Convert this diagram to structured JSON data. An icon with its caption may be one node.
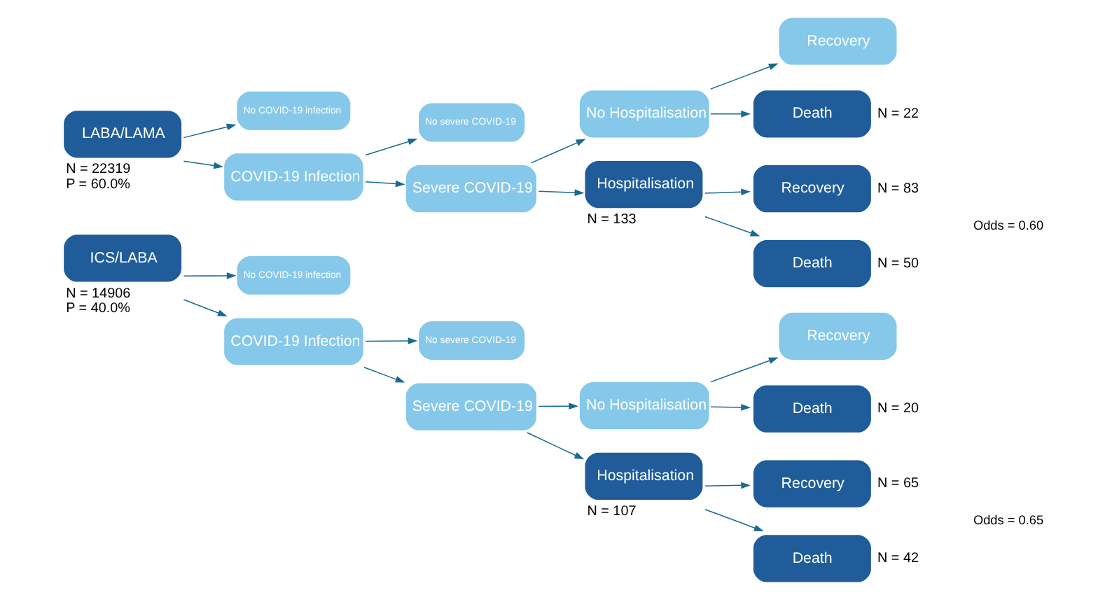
{
  "diagram": {
    "nodes": [
      {
        "text": [
          "ICS/LABA"
        ],
        "beside": [
          "N = 14906",
          "P = 40.0%"
        ]
      },
      {
        "text": [
          "No COVID-19 infection"
        ]
      },
      {
        "text": [
          "COVID-19 Infection"
        ]
      },
      {
        "text": [
          "No severe COVID-19"
        ]
      },
      {
        "text": [
          "Severe COVID-19"
        ]
      },
      {
        "text": [
          "No Hospitalisation"
        ]
      },
      {
        "text": [
          "Hospitalisation"
        ],
        "beside": [
          "N = 107"
        ]
      },
      {
        "text": [
          "Recovery"
        ]
      },
      {
        "text": [
          "Death"
        ],
        "beside": [
          "N = 20"
        ]
      },
      {
        "text": [
          "Recovery"
        ],
        "beside": [
          "N = 65"
        ]
      },
      {
        "text": [
          "Death"
        ],
        "beside": [
          "N = 42"
        ]
      },
      {
        "text": [
          "LABA/LAMA"
        ],
        "beside": [
          "N = 22319",
          "P = 60.0%"
        ]
      },
      {
        "text": [
          "No COVID-19 infection"
        ]
      },
      {
        "text": [
          "COVID-19 Infection"
        ]
      },
      {
        "text": [
          "No severe COVID-19"
        ]
      },
      {
        "text": [
          "Severe COVID-19"
        ]
      },
      {
        "text": [
          "No Hospitalisation"
        ]
      },
      {
        "text": [
          "Hospitalisation"
        ],
        "beside": [
          "N = 133"
        ]
      },
      {
        "text": [
          "Recovery"
        ]
      },
      {
        "text": [
          "Death"
        ],
        "beside": [
          "N = 22"
        ]
      },
      {
        "text": [
          "Recovery"
        ],
        "beside": [
          "N = 83"
        ]
      },
      {
        "text": [
          "Death"
        ],
        "beside": [
          "N = 50"
        ]
      }
    ],
    "edges": [
      {
        "from": 0,
        "to": 1,
        "arrow": "to"
      },
      {
        "from": 0,
        "to": 2,
        "arrow": "to"
      },
      {
        "from": 2,
        "to": 3,
        "arrow": "to"
      },
      {
        "from": 2,
        "to": 4,
        "arrow": "to"
      },
      {
        "from": 4,
        "to": 5,
        "arrow": "to"
      },
      {
        "from": 4,
        "to": 6,
        "arrow": "to"
      },
      {
        "from": 5,
        "to": 7,
        "arrow": "to"
      },
      {
        "from": 5,
        "to": 8,
        "arrow": "to"
      },
      {
        "from": 6,
        "to": 9,
        "arrow": "to"
      },
      {
        "from": 6,
        "to": 10,
        "arrow": "to"
      },
      {
        "from": 11,
        "to": 12,
        "arrow": "to"
      },
      {
        "from": 11,
        "to": 13,
        "arrow": "to"
      },
      {
        "from": 13,
        "to": 14,
        "arrow": "to"
      },
      {
        "from": 13,
        "to": 15,
        "arrow": "to"
      },
      {
        "from": 15,
        "to": 16,
        "arrow": "to"
      },
      {
        "from": 15,
        "to": 17,
        "arrow": "to"
      },
      {
        "from": 16,
        "to": 18,
        "arrow": "to"
      },
      {
        "from": 16,
        "to": 19,
        "arrow": "to"
      },
      {
        "from": 17,
        "to": 20,
        "arrow": "to"
      },
      {
        "from": 17,
        "to": 21,
        "arrow": "to"
      }
    ],
    "labels": [
      "Odds = 0.65",
      "Odds = 0.60"
    ]
  }
}
